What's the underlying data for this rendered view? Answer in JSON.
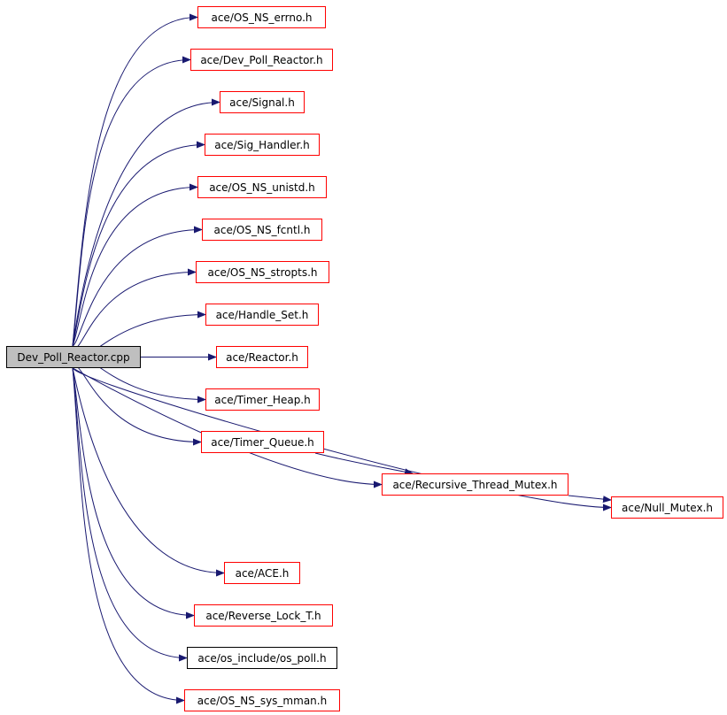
{
  "colors": {
    "edge": "#191970",
    "documented_node_border": "#ff0000",
    "undocumented_node_border": "#000000",
    "root_fill": "#bfbfbf"
  },
  "root": {
    "id": "root",
    "label": "Dev_Poll_Reactor.cpp"
  },
  "nodes": [
    {
      "id": "errno",
      "label": "ace/OS_NS_errno.h"
    },
    {
      "id": "devpoll",
      "label": "ace/Dev_Poll_Reactor.h"
    },
    {
      "id": "signal",
      "label": "ace/Signal.h"
    },
    {
      "id": "sighandler",
      "label": "ace/Sig_Handler.h"
    },
    {
      "id": "unistd",
      "label": "ace/OS_NS_unistd.h"
    },
    {
      "id": "fcntl",
      "label": "ace/OS_NS_fcntl.h"
    },
    {
      "id": "stropts",
      "label": "ace/OS_NS_stropts.h"
    },
    {
      "id": "handleset",
      "label": "ace/Handle_Set.h"
    },
    {
      "id": "reactor",
      "label": "ace/Reactor.h"
    },
    {
      "id": "timerheap",
      "label": "ace/Timer_Heap.h"
    },
    {
      "id": "timerqueue",
      "label": "ace/Timer_Queue.h"
    },
    {
      "id": "recmutex",
      "label": "ace/Recursive_Thread_Mutex.h"
    },
    {
      "id": "nullmutex",
      "label": "ace/Null_Mutex.h"
    },
    {
      "id": "ace",
      "label": "ace/ACE.h"
    },
    {
      "id": "revlock",
      "label": "ace/Reverse_Lock_T.h"
    },
    {
      "id": "ospoll",
      "label": "ace/os_include/os_poll.h"
    },
    {
      "id": "mman",
      "label": "ace/OS_NS_sys_mman.h"
    }
  ],
  "edges": [
    {
      "from": "root",
      "to": "errno"
    },
    {
      "from": "root",
      "to": "devpoll"
    },
    {
      "from": "root",
      "to": "signal"
    },
    {
      "from": "root",
      "to": "sighandler"
    },
    {
      "from": "root",
      "to": "unistd"
    },
    {
      "from": "root",
      "to": "fcntl"
    },
    {
      "from": "root",
      "to": "stropts"
    },
    {
      "from": "root",
      "to": "handleset"
    },
    {
      "from": "root",
      "to": "reactor"
    },
    {
      "from": "root",
      "to": "timerheap"
    },
    {
      "from": "root",
      "to": "timerqueue"
    },
    {
      "from": "root",
      "to": "recmutex"
    },
    {
      "from": "root",
      "to": "nullmutex"
    },
    {
      "from": "root",
      "to": "ace"
    },
    {
      "from": "root",
      "to": "revlock"
    },
    {
      "from": "root",
      "to": "ospoll"
    },
    {
      "from": "root",
      "to": "mman"
    },
    {
      "from": "timerqueue",
      "to": "recmutex"
    },
    {
      "from": "recmutex",
      "to": "nullmutex"
    }
  ]
}
